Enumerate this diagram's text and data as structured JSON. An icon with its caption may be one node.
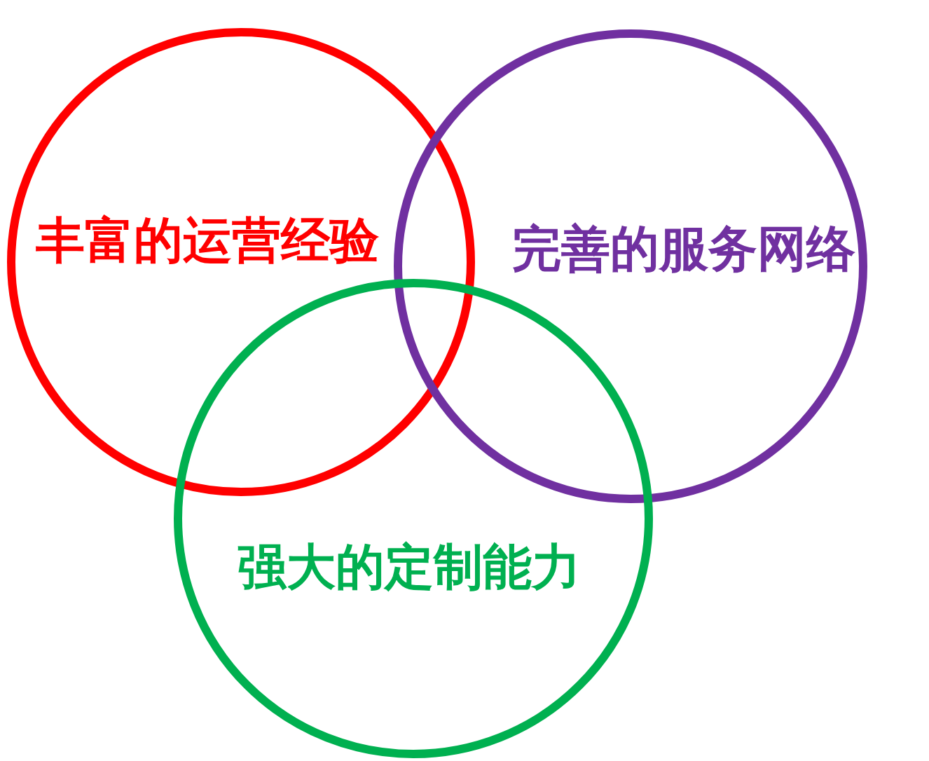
{
  "diagram": {
    "nodes": [
      {
        "text": [
          "丰富的运营经验"
        ]
      },
      {
        "text": [
          "完善的服务网络"
        ]
      },
      {
        "text": [
          "强大的定制能力"
        ]
      }
    ]
  }
}
